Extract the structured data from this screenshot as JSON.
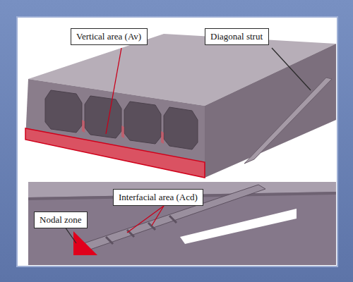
{
  "diagram": {
    "nodes": [
      {
        "text": [
          "Vertical area (Av)"
        ]
      },
      {
        "text": [
          "Diagonal strut"
        ]
      },
      {
        "text": [
          "Interfacial area (Acd)"
        ]
      },
      {
        "text": [
          "Nodal zone"
        ]
      }
    ]
  }
}
